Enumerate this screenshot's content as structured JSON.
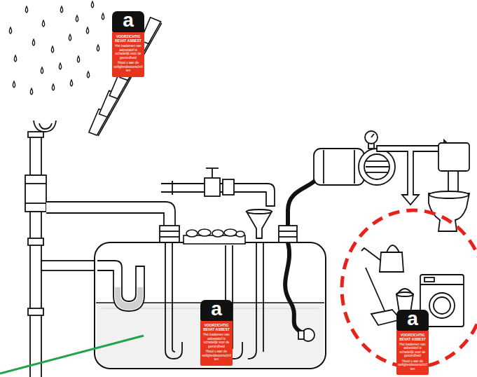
{
  "diagram": {
    "nodes": [
      {
        "text": [
          "a",
          "VOORZICHTIG BEVAT ASBEST",
          "Het inademen van asbeststof is schadelijk voor de gezondheid",
          "Houd u aan de veiligheidsvoorschriften"
        ]
      },
      {
        "text": [
          "a",
          "VOORZICHTIG BEVAT ASBEST",
          "Het inademen van asbeststof is schadelijk voor de gezondheid",
          "Houd u aan de veiligheidsvoorschriften"
        ]
      },
      {
        "text": [
          "a",
          "VOORZICHTIG BEVAT ASBEST",
          "Het inademen van asbeststof is schadelijk voor de gezondheid",
          "Houd u aan de veiligheidsvoorschriften"
        ]
      }
    ]
  }
}
